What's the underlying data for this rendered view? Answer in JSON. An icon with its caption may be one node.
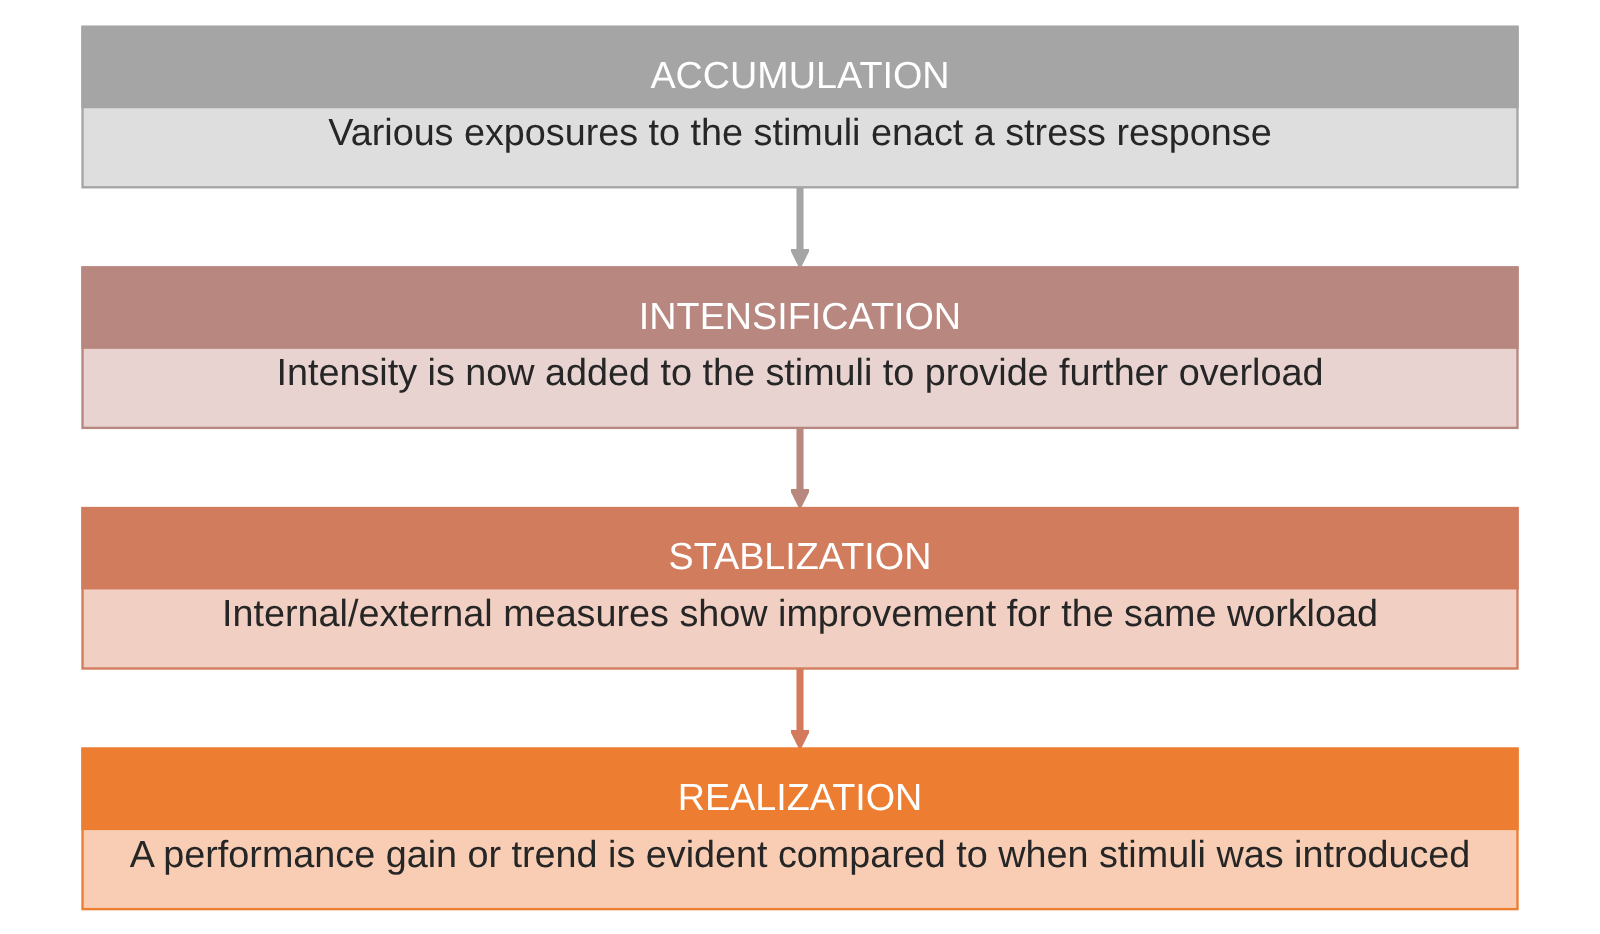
{
  "diagram": {
    "nodes": [
      {
        "text": [
          "ACCUMULATION",
          "Various exposures to the stimuli enact a stress response"
        ]
      },
      {
        "text": [
          "INTENSIFICATION",
          "Intensity is now added to the stimuli to provide further overload"
        ]
      },
      {
        "text": [
          "STABLIZATION",
          "Internal/external measures show improvement for the same workload"
        ]
      },
      {
        "text": [
          "REALIZATION",
          "A performance gain or trend is evident compared to when stimuli was introduced"
        ]
      }
    ],
    "edges": [
      {
        "from": 0,
        "to": 1,
        "arrow": "to",
        "color": "#a5a5a5"
      },
      {
        "from": 1,
        "to": 2,
        "arrow": "to",
        "color": "#b8887f"
      },
      {
        "from": 2,
        "to": 3,
        "arrow": "to",
        "color": "#d37a5d"
      }
    ]
  }
}
